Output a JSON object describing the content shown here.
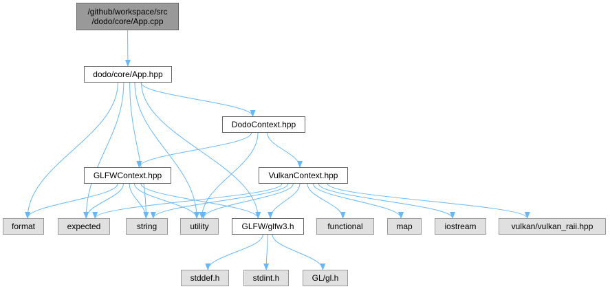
{
  "graph": {
    "edge_color": "#63b8ff",
    "nodes": [
      {
        "id": "app_cpp",
        "lines": [
          "/github/workspace/src",
          "/dodo/core/App.cpp"
        ],
        "kind": "main"
      },
      {
        "id": "app_hpp",
        "lines": [
          "dodo/core/App.hpp"
        ],
        "kind": "internal"
      },
      {
        "id": "dodocontext",
        "lines": [
          "DodoContext.hpp"
        ],
        "kind": "internal"
      },
      {
        "id": "glfwcontext",
        "lines": [
          "GLFWContext.hpp"
        ],
        "kind": "internal"
      },
      {
        "id": "vulkancontext",
        "lines": [
          "VulkanContext.hpp"
        ],
        "kind": "internal"
      },
      {
        "id": "format",
        "lines": [
          "format"
        ],
        "kind": "external"
      },
      {
        "id": "expected",
        "lines": [
          "expected"
        ],
        "kind": "external"
      },
      {
        "id": "string",
        "lines": [
          "string"
        ],
        "kind": "external"
      },
      {
        "id": "utility",
        "lines": [
          "utility"
        ],
        "kind": "external"
      },
      {
        "id": "glfw3",
        "lines": [
          "GLFW/glfw3.h"
        ],
        "kind": "internal"
      },
      {
        "id": "functional",
        "lines": [
          "functional"
        ],
        "kind": "external"
      },
      {
        "id": "map",
        "lines": [
          "map"
        ],
        "kind": "external"
      },
      {
        "id": "iostream",
        "lines": [
          "iostream"
        ],
        "kind": "external"
      },
      {
        "id": "vulkan_raii",
        "lines": [
          "vulkan/vulkan_raii.hpp"
        ],
        "kind": "external"
      },
      {
        "id": "stddef",
        "lines": [
          "stddef.h"
        ],
        "kind": "external"
      },
      {
        "id": "stdint",
        "lines": [
          "stdint.h"
        ],
        "kind": "external"
      },
      {
        "id": "gl",
        "lines": [
          "GL/gl.h"
        ],
        "kind": "external"
      }
    ],
    "edges": [
      [
        "app_cpp",
        "app_hpp"
      ],
      [
        "app_hpp",
        "dodocontext"
      ],
      [
        "app_hpp",
        "format"
      ],
      [
        "app_hpp",
        "expected"
      ],
      [
        "app_hpp",
        "string"
      ],
      [
        "app_hpp",
        "utility"
      ],
      [
        "app_hpp",
        "glfw3"
      ],
      [
        "dodocontext",
        "glfwcontext"
      ],
      [
        "dodocontext",
        "vulkancontext"
      ],
      [
        "dodocontext",
        "utility"
      ],
      [
        "glfwcontext",
        "format"
      ],
      [
        "glfwcontext",
        "expected"
      ],
      [
        "glfwcontext",
        "string"
      ],
      [
        "glfwcontext",
        "utility"
      ],
      [
        "glfwcontext",
        "glfw3"
      ],
      [
        "vulkancontext",
        "expected"
      ],
      [
        "vulkancontext",
        "string"
      ],
      [
        "vulkancontext",
        "utility"
      ],
      [
        "vulkancontext",
        "glfw3"
      ],
      [
        "vulkancontext",
        "functional"
      ],
      [
        "vulkancontext",
        "map"
      ],
      [
        "vulkancontext",
        "iostream"
      ],
      [
        "vulkancontext",
        "vulkan_raii"
      ],
      [
        "glfw3",
        "stddef"
      ],
      [
        "glfw3",
        "stdint"
      ],
      [
        "glfw3",
        "gl"
      ]
    ]
  }
}
